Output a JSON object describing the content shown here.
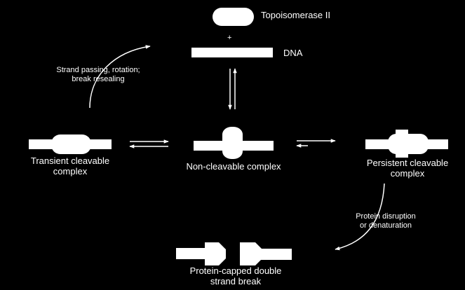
{
  "colors": {
    "background": "#000000",
    "foreground": "#ffffff"
  },
  "labels": {
    "topoisomerase": "Topoisomerase II",
    "plus": "+",
    "dna": "DNA",
    "strand_passing_line1": "Strand passing, rotation;",
    "strand_passing_line2": "break resealing",
    "transient_line1": "Transient cleavable",
    "transient_line2": "complex",
    "noncleavable": "Non-cleavable complex",
    "persistent_line1": "Persistent cleavable",
    "persistent_line2": "complex",
    "disruption_line1": "Protein disruption",
    "disruption_line2": "or denaturation",
    "capped_line1": "Protein-capped double",
    "capped_line2": "strand break"
  }
}
